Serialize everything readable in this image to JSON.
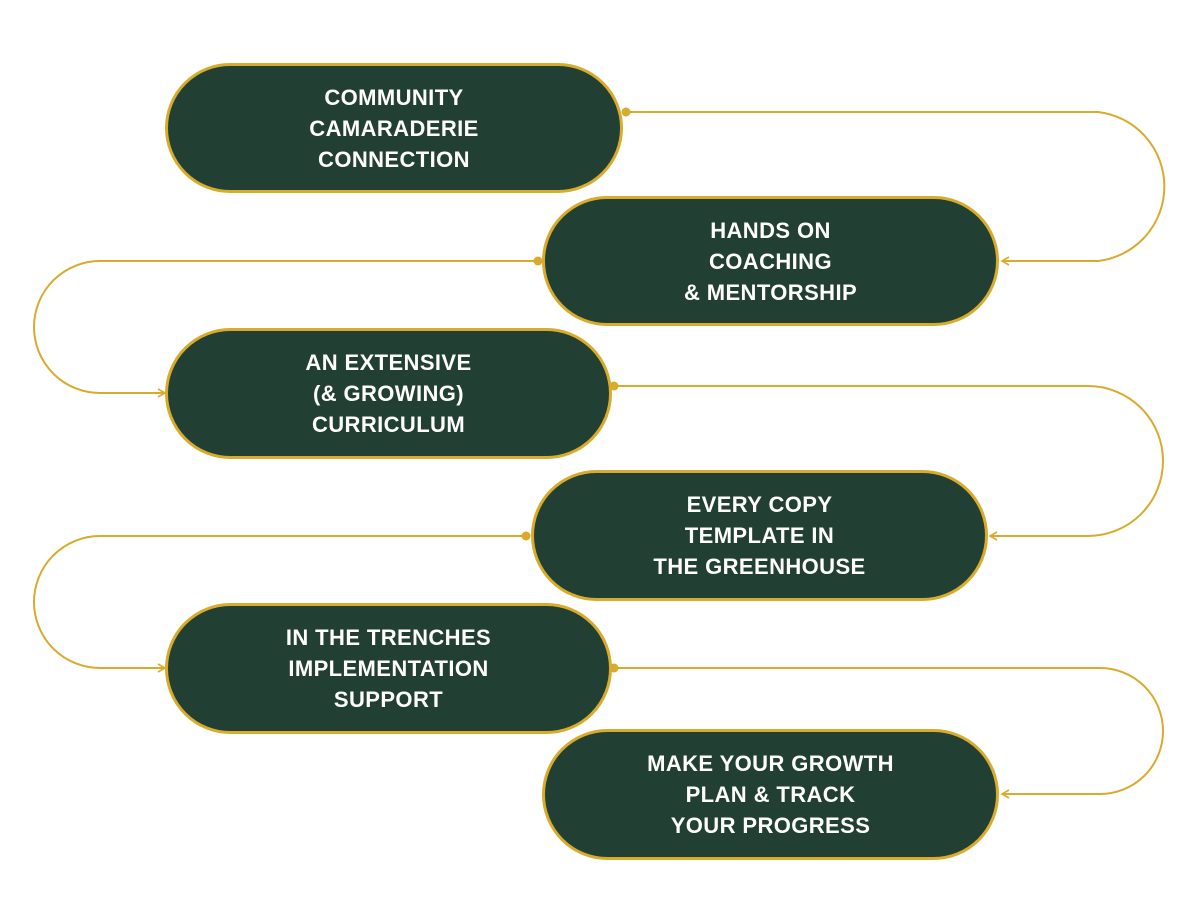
{
  "colors": {
    "pill_fill": "#223f33",
    "accent": "#d8ab2c",
    "text": "#ffffff",
    "background": "#ffffff"
  },
  "steps": [
    {
      "lines": [
        "COMMUNITY",
        "CAMARADERIE",
        "CONNECTION"
      ]
    },
    {
      "lines": [
        "HANDS ON",
        "COACHING",
        "& MENTORSHIP"
      ]
    },
    {
      "lines": [
        "AN EXTENSIVE",
        "(& GROWING)",
        "CURRICULUM"
      ]
    },
    {
      "lines": [
        "EVERY COPY",
        "TEMPLATE IN",
        "THE GREENHOUSE"
      ]
    },
    {
      "lines": [
        "IN THE TRENCHES",
        "IMPLEMENTATION",
        "SUPPORT"
      ]
    },
    {
      "lines": [
        "MAKE YOUR GROWTH",
        "PLAN & TRACK",
        "YOUR PROGRESS"
      ]
    }
  ]
}
